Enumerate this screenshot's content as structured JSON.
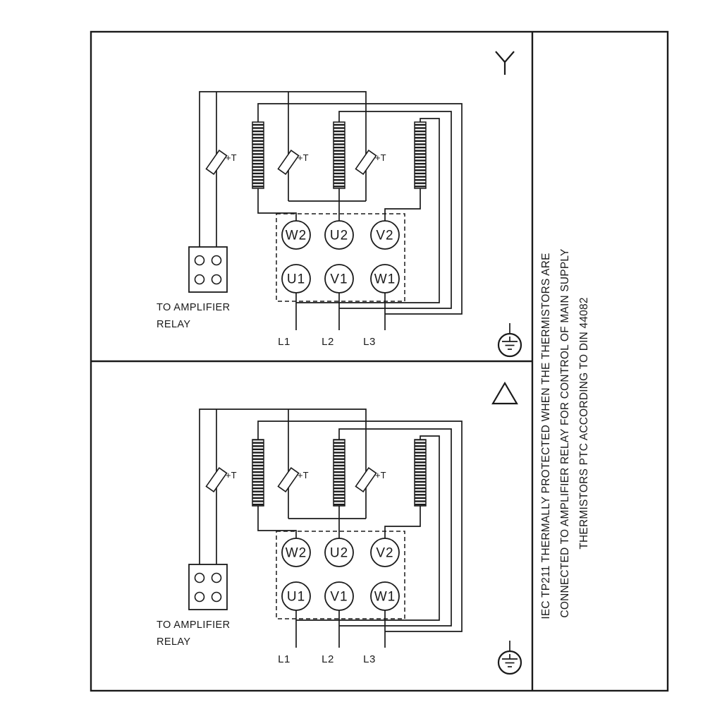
{
  "colors": {
    "line": "#1a1a1a",
    "background": "#ffffff"
  },
  "panel_star": {
    "symbol": "star",
    "terminals_top": [
      "W2",
      "U2",
      "V2"
    ],
    "terminals_bottom": [
      "U1",
      "V1",
      "W1"
    ],
    "mains": [
      "L1",
      "L2",
      "L3"
    ],
    "thermistor_label": "+T",
    "relay_label_line1": "TO AMPLIFIER",
    "relay_label_line2": "RELAY"
  },
  "panel_delta": {
    "symbol": "delta",
    "terminals_top": [
      "W2",
      "U2",
      "V2"
    ],
    "terminals_bottom": [
      "U1",
      "V1",
      "W1"
    ],
    "mains": [
      "L1",
      "L2",
      "L3"
    ],
    "thermistor_label": "+T",
    "relay_label_line1": "TO AMPLIFIER",
    "relay_label_line2": "RELAY"
  },
  "side_note": {
    "line1": "IEC TP211 THERMALLY PROTECTED WHEN THE THERMISTORS ARE",
    "line2": "CONNECTED TO AMPLIFIER RELAY FOR CONTROL OF MAIN SUPPLY",
    "line3": "THERMISTORS PTC ACCORDING TO DIN 44082"
  }
}
